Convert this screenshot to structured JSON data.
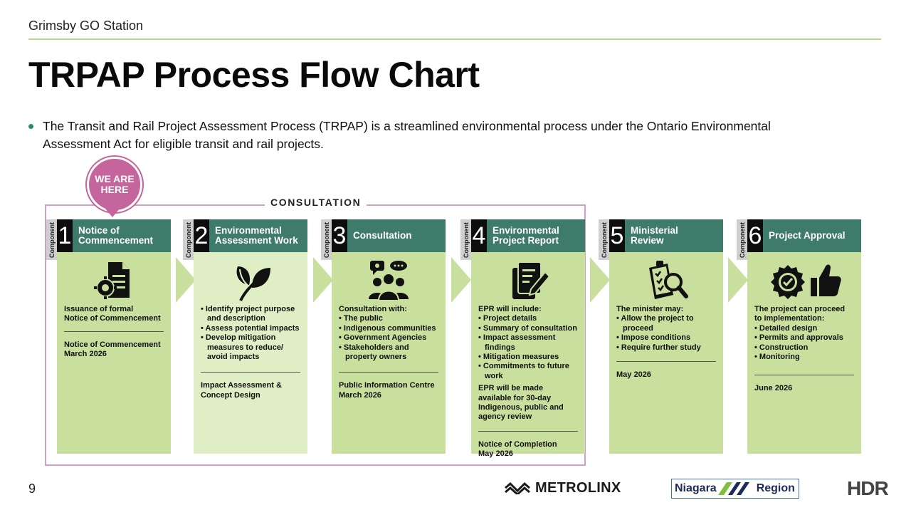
{
  "header": {
    "project": "Grimsby GO Station",
    "title": "TRPAP Process Flow Chart"
  },
  "intro": {
    "bullet": "The Transit and Rail Project Assessment Process (TRPAP) is a streamlined environmental process under the Ontario Environmental Assessment Act for eligible transit and rail projects."
  },
  "marker": {
    "label_line1": "WE ARE",
    "label_line2": "HERE"
  },
  "consultation_label": "CONSULTATION",
  "component_tab_label": "Component",
  "components": [
    {
      "number": "1",
      "title_line1": "Notice of",
      "title_line2": "Commencement",
      "body_lines": [
        "Issuance of formal",
        "Notice of Commencement"
      ],
      "footer_lines": [
        "Notice of Commencement",
        "March 2026"
      ]
    },
    {
      "number": "2",
      "title_line1": "Environmental",
      "title_line2": "Assessment Work",
      "items": [
        "Identify project purpose and description",
        "Assess potential impacts",
        "Develop mitigation measures to reduce/ avoid impacts"
      ],
      "footer_lines": [
        "Impact Assessment &",
        "Concept Design"
      ]
    },
    {
      "number": "3",
      "title_line1": "Consultation",
      "intro": "Consultation with:",
      "items": [
        "The public",
        "Indigenous communities",
        "Government Agencies",
        "Stakeholders and property owners"
      ],
      "footer_lines": [
        "Public Information Centre",
        "March 2026"
      ]
    },
    {
      "number": "4",
      "title_line1": "Environmental",
      "title_line2": "Project Report",
      "intro": "EPR will include:",
      "items": [
        "Project details",
        "Summary of consultation",
        "Impact assessment findings",
        "Mitigation measures",
        "Commitments to future work"
      ],
      "note": "EPR will be made available for 30-day Indigenous, public and agency review",
      "footer_lines": [
        "Notice of Completion",
        "May 2026"
      ]
    },
    {
      "number": "5",
      "title_line1": "Ministerial",
      "title_line2": "Review",
      "intro": "The minister may:",
      "items": [
        "Allow the project to proceed",
        "Impose conditions",
        "Require further study"
      ],
      "footer_lines": [
        "May 2026"
      ]
    },
    {
      "number": "6",
      "title_line1": "Project Approval",
      "intro": "The project can proceed to implementation:",
      "items": [
        "Detailed design",
        "Permits and approvals",
        "Construction",
        "Monitoring"
      ],
      "footer_lines": [
        "June 2026"
      ]
    }
  ],
  "icons": [
    "document-gear-icon",
    "leaf-icon",
    "people-chat-icon",
    "document-pen-icon",
    "checklist-magnifier-icon",
    "approval-badge-thumbs-up-icon"
  ],
  "colors": {
    "header_green": "#3f7b6b",
    "card_green": "#c8df9e",
    "card_light_green": "#e0eec6",
    "marker_pink": "#c5659e",
    "consultation_border": "#d59ec8",
    "rule_green": "#b7d98b"
  },
  "footer": {
    "page_number": "9",
    "logo_metrolinx": "METROLINX",
    "logo_niagara_1": "Niagara",
    "logo_niagara_2": "Region",
    "logo_hdr": "HDR"
  }
}
